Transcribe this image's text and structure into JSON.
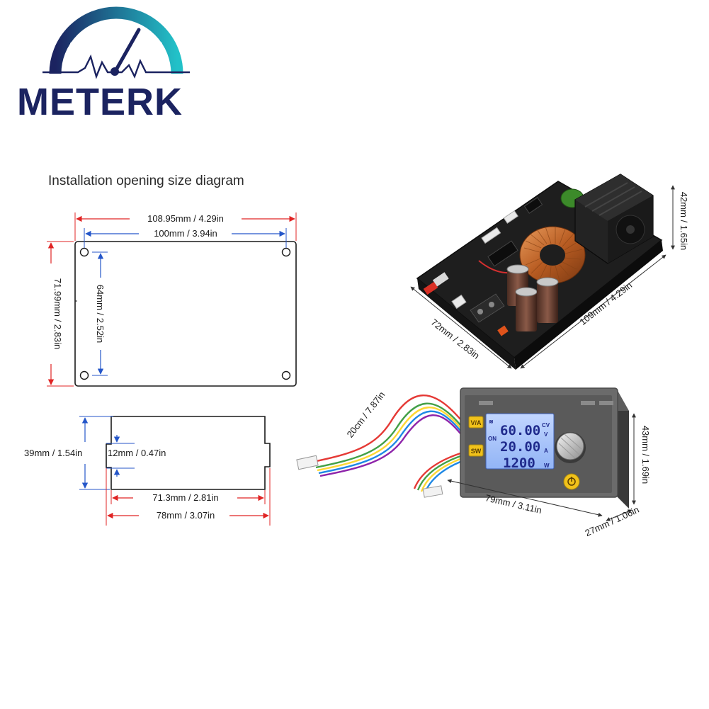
{
  "brand": {
    "name": "METERK"
  },
  "title": "Installation opening size diagram",
  "front_panel": {
    "width_total": "108.95mm / 4.29in",
    "hole_spacing_x": "100mm / 3.94in",
    "height_total": "71.99mm / 2.83in",
    "hole_spacing_y": "64mm / 2.52in"
  },
  "side_profile": {
    "height": "39mm / 1.54in",
    "step": "12mm / 0.47in",
    "body_length": "71.3mm / 2.81in",
    "total_length": "78mm / 3.07in"
  },
  "board": {
    "length": "109mm / 4.29in",
    "width": "72mm / 2.83in",
    "height": "42mm / 1.65in"
  },
  "module": {
    "cable": "20cm / 7.87in",
    "width": "79mm / 3.11in",
    "height": "43mm / 1.69in",
    "depth": "27mm / 1.06in",
    "display": {
      "line1": "60.00",
      "line2": "20.00",
      "line3": "1200",
      "unit_cv": "CV",
      "unit_v": "V",
      "unit_a": "A",
      "unit_w": "W",
      "on_label": "ON"
    },
    "buttons": {
      "va": "V/A",
      "sw": "SW"
    }
  },
  "colors": {
    "brand_navy": "#1b2360",
    "brand_teal": "#22c1c8",
    "dim_red": "#e02424",
    "dim_blue": "#2456c9",
    "pcb_black": "#1e1e1e",
    "copper": "#c4692b",
    "lcd_blue": "#a9c7ff",
    "button_yellow": "#f1c21b"
  }
}
